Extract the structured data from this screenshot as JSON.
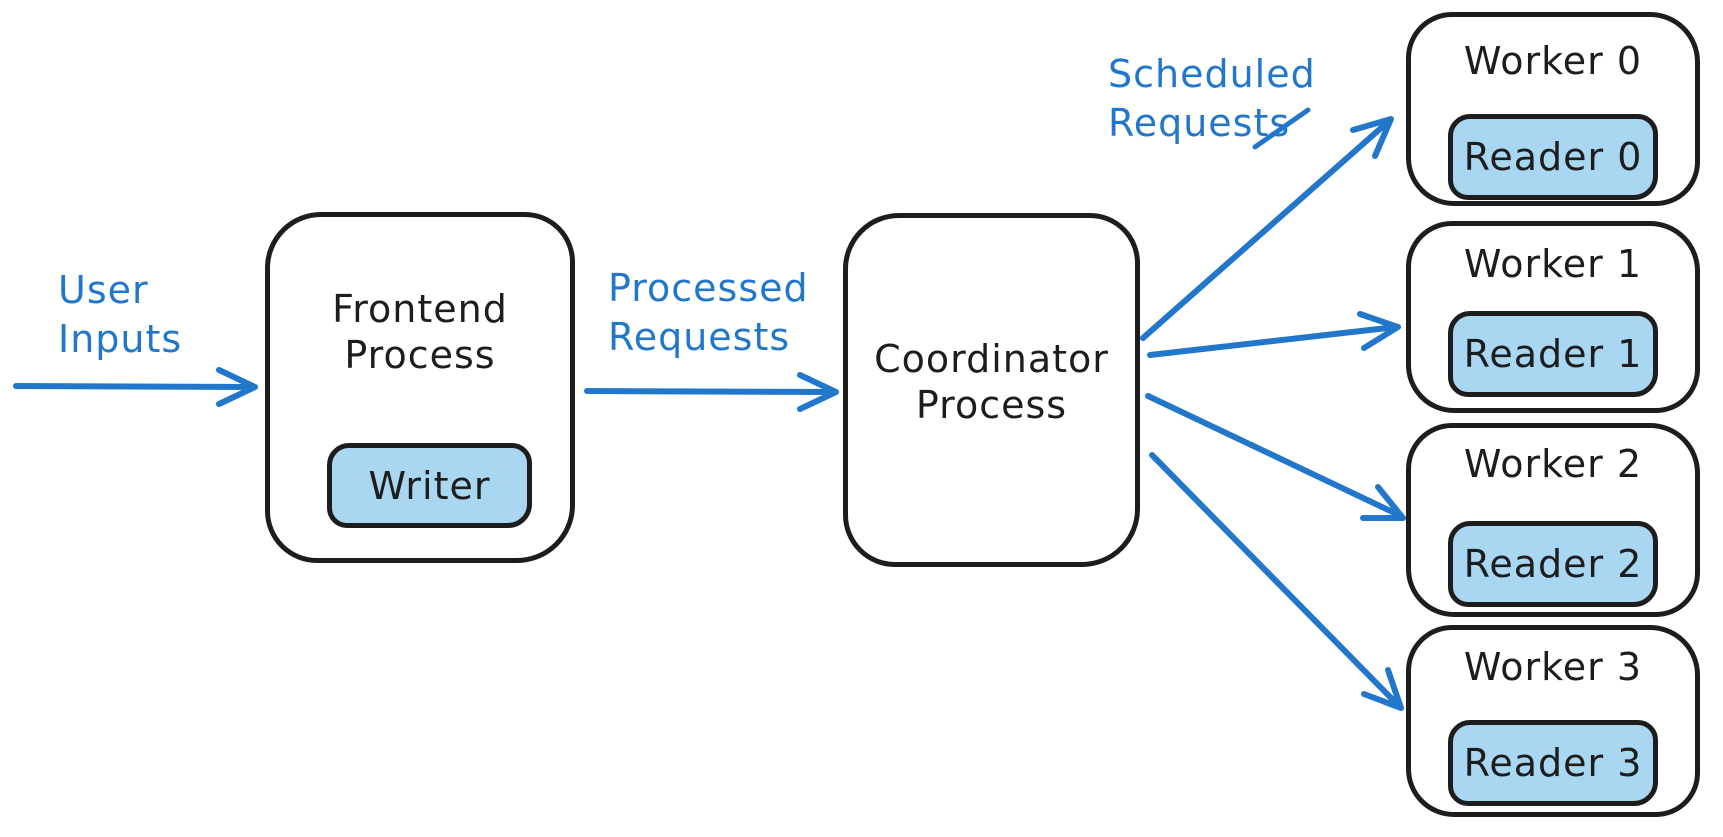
{
  "diagram": {
    "annotations": {
      "user_inputs": "User\nInputs",
      "processed_requests": "Processed\nRequests",
      "scheduled_requests": "Scheduled\nRequests"
    },
    "nodes": {
      "frontend": {
        "title": "Frontend\nProcess",
        "component": "Writer"
      },
      "coordinator": {
        "title": "Coordinator\nProcess"
      },
      "workers": [
        {
          "title": "Worker 0",
          "component": "Reader 0"
        },
        {
          "title": "Worker 1",
          "component": "Reader 1"
        },
        {
          "title": "Worker 2",
          "component": "Reader 2"
        },
        {
          "title": "Worker 3",
          "component": "Reader 3"
        }
      ]
    },
    "edges": [
      {
        "from": "user",
        "to": "frontend",
        "label": "User Inputs"
      },
      {
        "from": "frontend",
        "to": "coordinator",
        "label": "Processed Requests"
      },
      {
        "from": "coordinator",
        "to": "worker-0",
        "label": "Scheduled Requests"
      },
      {
        "from": "coordinator",
        "to": "worker-1",
        "label": "Scheduled Requests"
      },
      {
        "from": "coordinator",
        "to": "worker-2",
        "label": "Scheduled Requests"
      },
      {
        "from": "coordinator",
        "to": "worker-3",
        "label": "Scheduled Requests"
      }
    ],
    "colors": {
      "accent_blue": "#2277cb",
      "node_fill_blue": "#a9d7f2",
      "stroke_dark": "#1d1d1d",
      "background": "#ffffff"
    }
  }
}
